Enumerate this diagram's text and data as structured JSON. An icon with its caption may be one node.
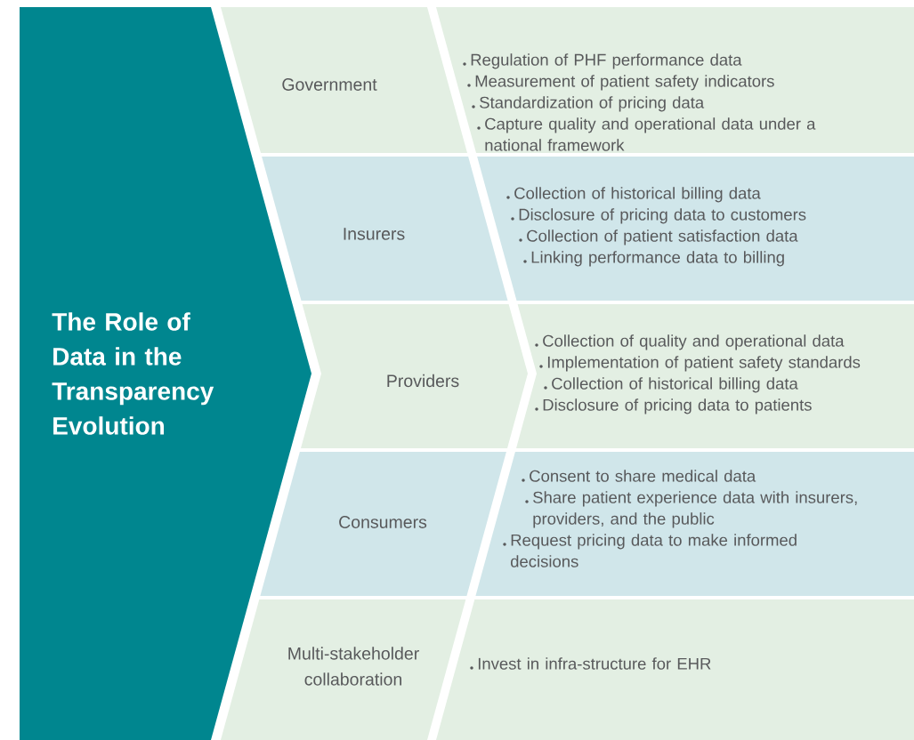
{
  "diagram": {
    "nodes": [
      {
        "text": [
          "The Role of Data in the Transparency Evolution"
        ]
      },
      {
        "text": [
          "Government"
        ]
      },
      {
        "text": [
          "Regulation of PHF performance data",
          "Measurement of patient safety indicators",
          "Standardization of pricing data",
          "Capture quality and operational data under a national framework"
        ]
      },
      {
        "text": [
          "Insurers"
        ]
      },
      {
        "text": [
          "Collection of historical billing data",
          "Disclosure of pricing data to customers",
          "Collection of patient satisfaction data",
          "Linking performance data to billing"
        ]
      },
      {
        "text": [
          "Providers"
        ]
      },
      {
        "text": [
          "Collection of quality and operational data",
          "Implementation of patient safety standards",
          "Collection of historical billing data",
          "Disclosure of pricing data to patients"
        ]
      },
      {
        "text": [
          "Consumers"
        ]
      },
      {
        "text": [
          "Consent to share medical data",
          "Share patient experience data with insurers, providers, and the public",
          "Request pricing data to make informed decisions"
        ]
      },
      {
        "text": [
          "Multi-stakeholder collaboration"
        ]
      },
      {
        "text": [
          "Invest in infra-structure for EHR"
        ]
      }
    ]
  }
}
